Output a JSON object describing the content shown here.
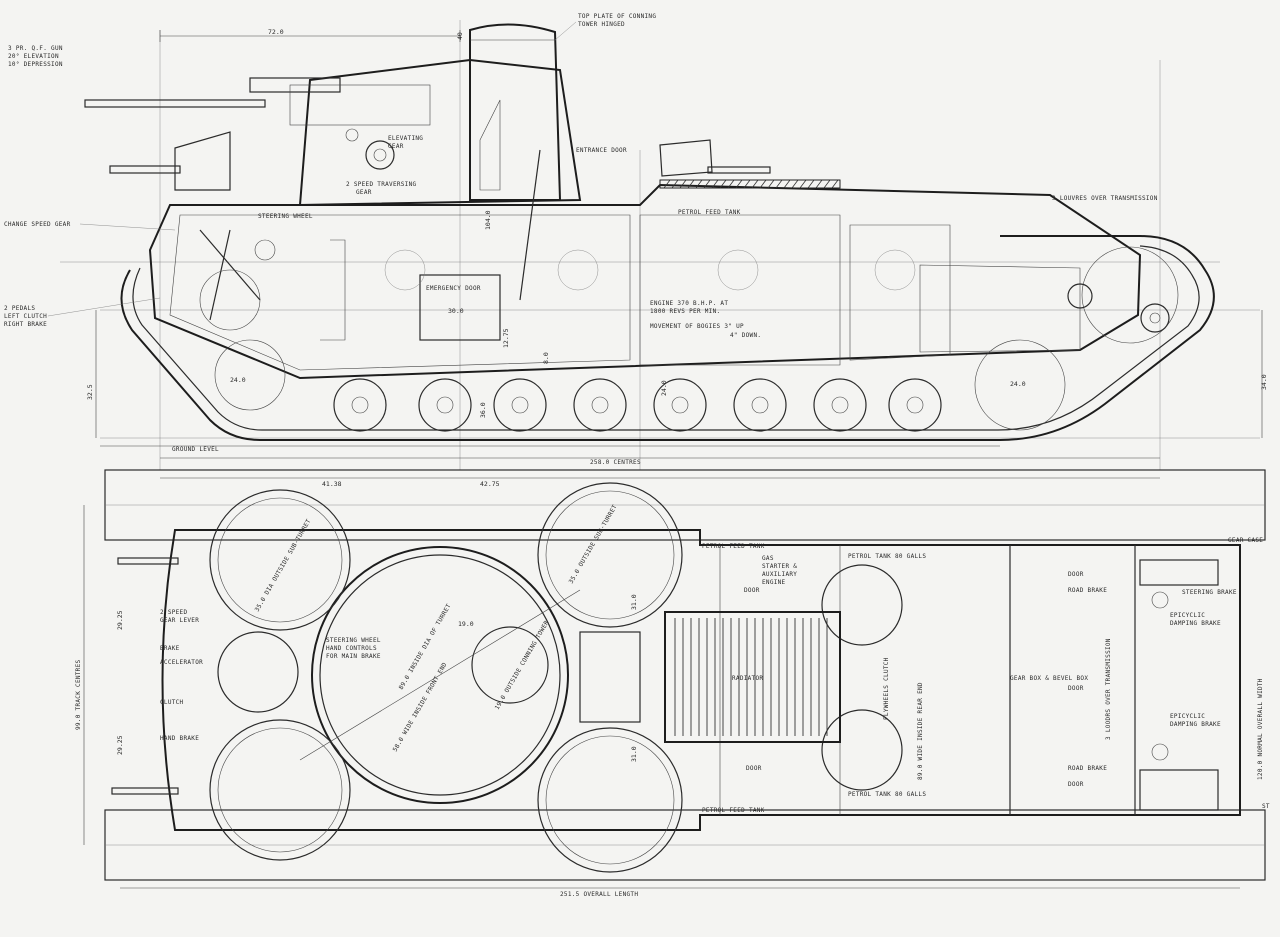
{
  "side_view": {
    "gun_note": [
      "3 PR. Q.F. GUN",
      "20° ELEVATION",
      "10° DEPRESSION"
    ],
    "conning_note": [
      "TOP PLATE OF CONNING",
      "TOWER HINGED"
    ],
    "elevating_gear": [
      "ELEVATING",
      "GEAR"
    ],
    "traversing_gear": [
      "2 SPEED TRAVERSING",
      "GEAR"
    ],
    "entrance_door": "ENTRANCE DOOR",
    "louvres": "3 LOUVRES OVER TRANSMISSION",
    "change_speed": "CHANGE SPEED GEAR",
    "steering_wheel": "STEERING WHEEL",
    "petrol_feed_tank": "PETROL FEED TANK",
    "emergency_door": "EMERGENCY DOOR",
    "pedals": [
      "2 PEDALS",
      "LEFT CLUTCH",
      "RIGHT BRAKE"
    ],
    "engine_note": [
      "ENGINE 370 B.H.P. AT",
      "1800 REVS PER MIN."
    ],
    "bogies_note": [
      "MOVEMENT OF BOGIES 3\" UP",
      "4\" DOWN."
    ],
    "ground_level": "GROUND LEVEL",
    "centres": "258.0 CENTRES",
    "dims": [
      "72.0",
      "40",
      "104.0",
      "12.75",
      "30.0",
      "8.0",
      "36.0",
      "32.5",
      "24.0",
      "24.0",
      "24.0",
      "34.0"
    ]
  },
  "plan_view": {
    "dims_top": [
      "41.38",
      "42.75"
    ],
    "gear_case": "GEAR CASE",
    "petrol_feed_tank_top": "PETROL FEED TANK",
    "petrol_feed_tank_bottom": "PETROL FEED TANK",
    "gas_starter": [
      "GAS",
      "STARTER &",
      "AUXILIARY",
      "ENGINE"
    ],
    "petrol_tank_top": "PETROL TANK 80 GALLS",
    "petrol_tank_bottom": "PETROL TANK 80 GALLS",
    "door": "DOOR",
    "road_brake_top": "ROAD BRAKE",
    "road_brake_bottom": "ROAD BRAKE",
    "steering_brake_top": "STEERING BRAKE",
    "steering_brake_bottom": "ST",
    "epicyclic_top": [
      "EPICYCLIC",
      "DAMPING BRAKE"
    ],
    "epicyclic_bottom": [
      "EPICYCLIC",
      "DAMPING BRAKE"
    ],
    "gear_box": "GEAR BOX & BEVEL BOX",
    "louvres_trans": "3 LOODRS OVER TRANSMISSION",
    "flywheels_clutch": "FLYWHEELS CLUTCH",
    "wide_rear": "89.0 WIDE INSIDE REAR END",
    "wide_front": "58.0 WIDE INSIDE FRONT END",
    "turret_dia": "89.0 INSIDE DIA OF TURRET",
    "sub_turret_a": "35.0 DIA OUTSIDE SUB-TURRET",
    "sub_turret_b": "35.0 OUTSIDE SUB-TURRET",
    "radiator": "RADIATOR",
    "conning_tower": "19.0 OUTSIDE CONNING TOWER",
    "track_centres": "99.0 TRACK CENTRES",
    "overall_width": "120.0 NORMAL OVERALL WIDTH",
    "overall_length": "251.5 OVERALL LENGTH",
    "speed_gear_lever": [
      "2 SPEED",
      "GEAR LEVER"
    ],
    "brake": "BRAKE",
    "accelerator": "ACCELERATOR",
    "clutch": "CLUTCH",
    "hand_brake": "HAND BRAKE",
    "steering_note": [
      "STEERING WHEEL",
      "HAND CONTROLS",
      "FOR MAIN BRAKE"
    ],
    "dims": [
      "29.25",
      "29.25",
      "19.0",
      "31.0",
      "31.0"
    ]
  }
}
